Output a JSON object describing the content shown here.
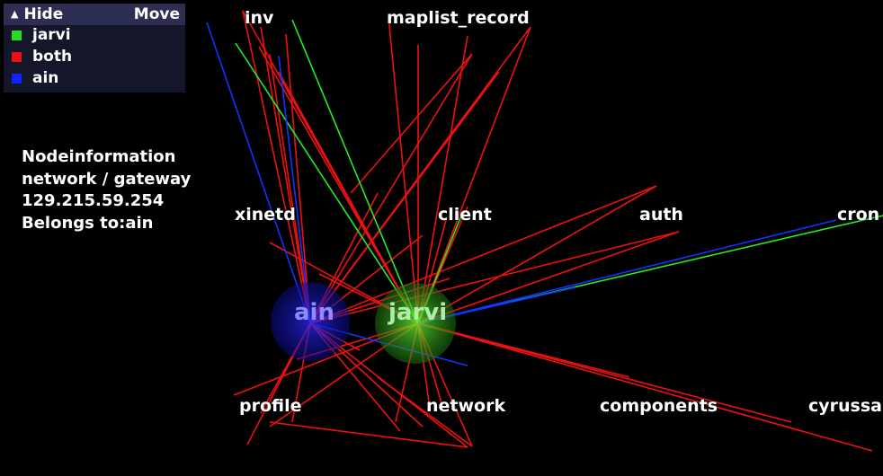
{
  "legend": {
    "hide_label": "Hide",
    "move_label": "Move",
    "items": [
      {
        "label": "jarvi",
        "color": "#22dd22"
      },
      {
        "label": "both",
        "color": "#ee1111"
      },
      {
        "label": "ain",
        "color": "#1122ff"
      }
    ]
  },
  "info": {
    "title": "Nodeinformation",
    "type": "network / gateway",
    "address": "129.215.59.254",
    "belongs": "Belongs to:ain"
  },
  "hosts": {
    "ain": {
      "label": "ain",
      "color": "#1122ff",
      "label_color": "#8c8cff"
    },
    "jarvi": {
      "label": "jarvi",
      "color": "#22dd22",
      "label_color": "#aaf0aa"
    }
  },
  "categories": {
    "inv": "inv",
    "maplist_record": "maplist_record",
    "xinetd": "xinetd",
    "client": "client",
    "auth": "auth",
    "cron": "cron",
    "profile": "profile",
    "network": "network",
    "components": "components",
    "cyrussasl": "cyrussa"
  },
  "edge_colors": {
    "jarvi": "#22ee22",
    "both": "#ee1111",
    "ain": "#1133ff"
  }
}
